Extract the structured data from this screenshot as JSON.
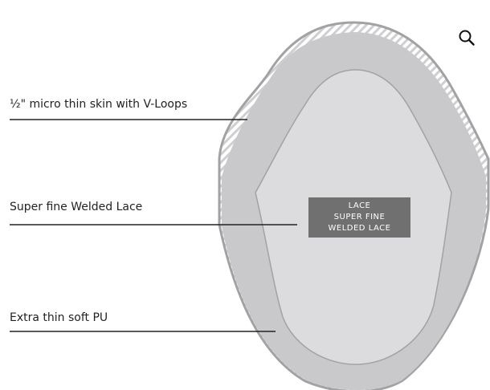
{
  "labels": {
    "skin": "½\" micro thin skin with V-Loops",
    "lace": "Super fine Welded Lace",
    "pu": "Extra thin soft PU"
  },
  "center_box": {
    "line1": "LACE",
    "line2": "SUPER FINE",
    "line3": "WELDED LACE"
  },
  "icons": {
    "search": "search-icon"
  },
  "colors": {
    "outer_fill": "#c9c9cb",
    "inner_fill": "#dcdcde",
    "outline": "#a2a2a4",
    "box_fill": "#707070",
    "leader_line": "#222222"
  }
}
